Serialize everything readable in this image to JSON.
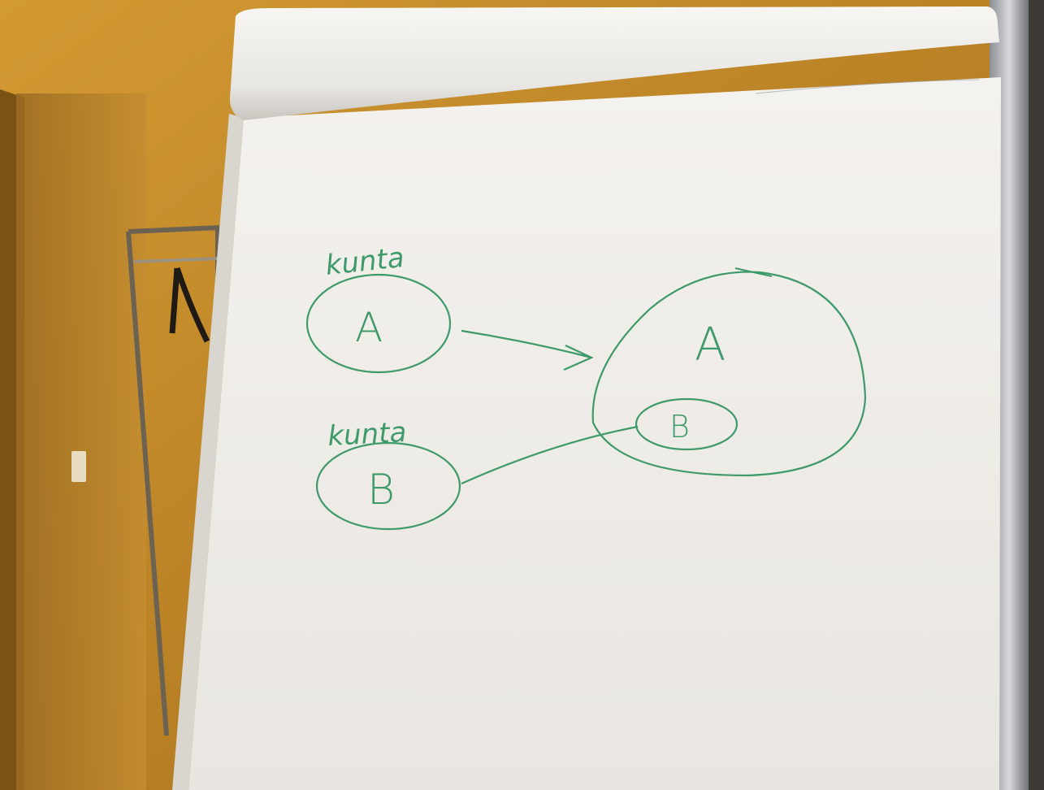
{
  "scene": {
    "description_free": true,
    "ink_color": "#3f9a6a",
    "paper_color": "#f1efeb",
    "wall_color": "#c7912f"
  },
  "flipchart": {
    "left_group": {
      "top_label": "kunta",
      "top_letter": "A",
      "bottom_label": "kunta",
      "bottom_letter": "B"
    },
    "right_group": {
      "big_letter": "A",
      "inner_letter": "B"
    }
  }
}
